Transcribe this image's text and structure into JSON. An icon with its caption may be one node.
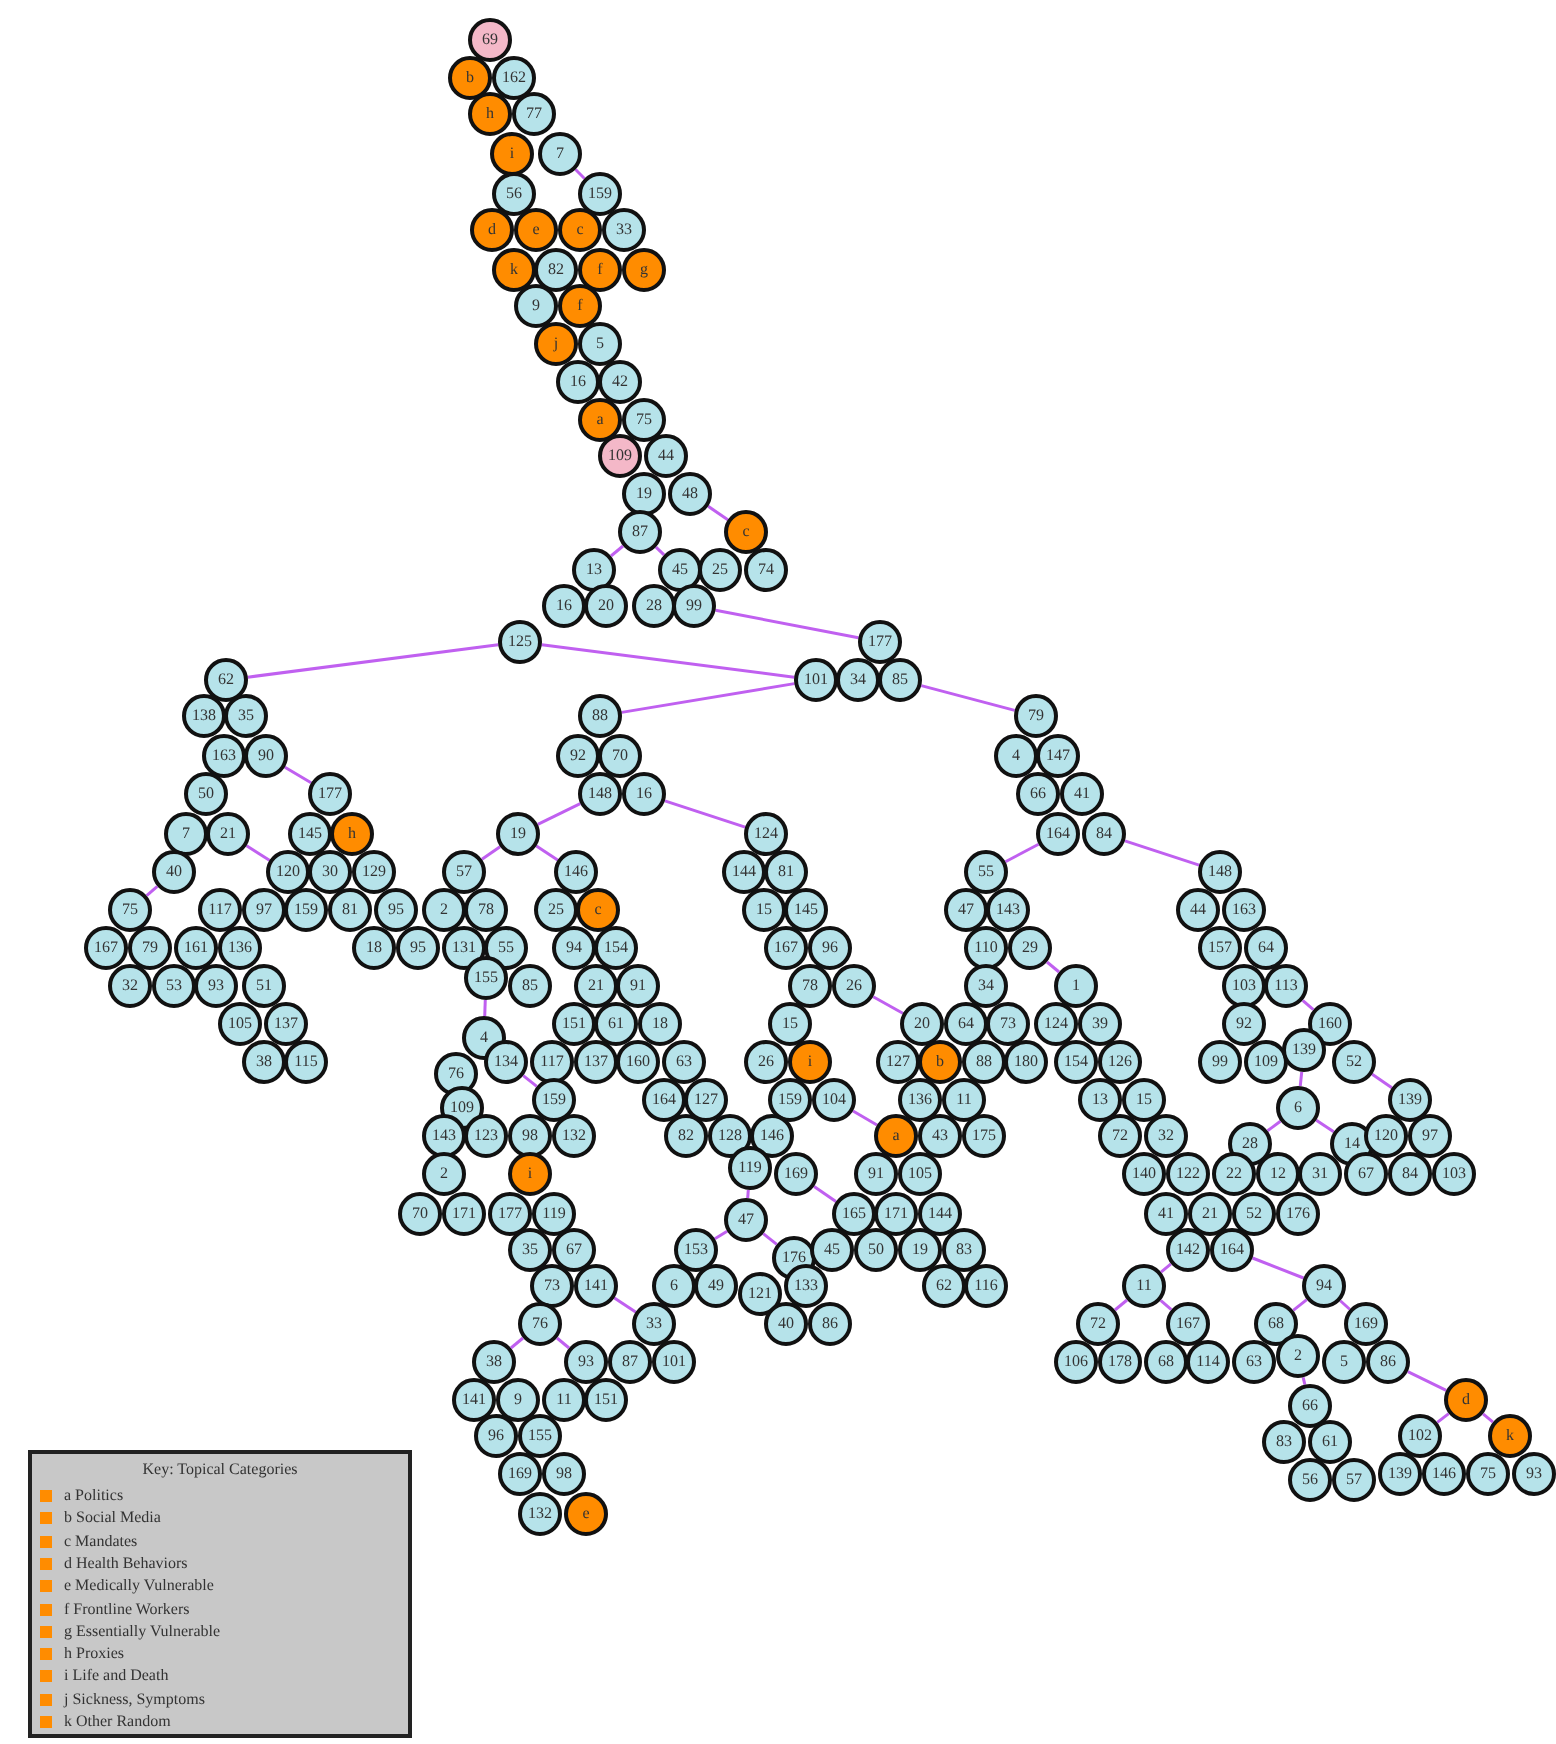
{
  "diagram": {
    "nodes": [
      {
        "text": [
          "69"
        ]
      },
      {
        "text": [
          "b"
        ]
      },
      {
        "text": [
          "162"
        ]
      },
      {
        "text": [
          "h"
        ]
      },
      {
        "text": [
          "77"
        ]
      },
      {
        "text": [
          "i"
        ]
      },
      {
        "text": [
          "7"
        ]
      },
      {
        "text": [
          "56"
        ]
      },
      {
        "text": [
          "159"
        ]
      },
      {
        "text": [
          "d"
        ]
      },
      {
        "text": [
          "e"
        ]
      },
      {
        "text": [
          "c"
        ]
      },
      {
        "text": [
          "33"
        ]
      },
      {
        "text": [
          "k"
        ]
      },
      {
        "text": [
          "82"
        ]
      },
      {
        "text": [
          "f"
        ]
      },
      {
        "text": [
          "g"
        ]
      },
      {
        "text": [
          "9"
        ]
      },
      {
        "text": [
          "f"
        ]
      },
      {
        "text": [
          "j"
        ]
      },
      {
        "text": [
          "5"
        ]
      },
      {
        "text": [
          "16"
        ]
      },
      {
        "text": [
          "42"
        ]
      },
      {
        "text": [
          "a"
        ]
      },
      {
        "text": [
          "75"
        ]
      },
      {
        "text": [
          "109"
        ]
      },
      {
        "text": [
          "44"
        ]
      },
      {
        "text": [
          "19"
        ]
      },
      {
        "text": [
          "48"
        ]
      },
      {
        "text": [
          "87"
        ]
      },
      {
        "text": [
          "c"
        ]
      },
      {
        "text": [
          "13"
        ]
      },
      {
        "text": [
          "45"
        ]
      },
      {
        "text": [
          "25"
        ]
      },
      {
        "text": [
          "74"
        ]
      },
      {
        "text": [
          "16"
        ]
      },
      {
        "text": [
          "20"
        ]
      },
      {
        "text": [
          "28"
        ]
      },
      {
        "text": [
          "99"
        ]
      },
      {
        "text": [
          "125"
        ]
      },
      {
        "text": [
          "177"
        ]
      },
      {
        "text": [
          "62"
        ]
      },
      {
        "text": [
          "101"
        ]
      },
      {
        "text": [
          "34"
        ]
      },
      {
        "text": [
          "85"
        ]
      },
      {
        "text": [
          "138"
        ]
      },
      {
        "text": [
          "35"
        ]
      },
      {
        "text": [
          "88"
        ]
      },
      {
        "text": [
          "79"
        ]
      },
      {
        "text": [
          "163"
        ]
      },
      {
        "text": [
          "90"
        ]
      },
      {
        "text": [
          "92"
        ]
      },
      {
        "text": [
          "70"
        ]
      },
      {
        "text": [
          "4"
        ]
      },
      {
        "text": [
          "147"
        ]
      },
      {
        "text": [
          "50"
        ]
      },
      {
        "text": [
          "177"
        ]
      },
      {
        "text": [
          "148"
        ]
      },
      {
        "text": [
          "16"
        ]
      },
      {
        "text": [
          "66"
        ]
      },
      {
        "text": [
          "41"
        ]
      },
      {
        "text": [
          "7"
        ]
      },
      {
        "text": [
          "21"
        ]
      },
      {
        "text": [
          "145"
        ]
      },
      {
        "text": [
          "h"
        ]
      },
      {
        "text": [
          "19"
        ]
      },
      {
        "text": [
          "124"
        ]
      },
      {
        "text": [
          "164"
        ]
      },
      {
        "text": [
          "84"
        ]
      },
      {
        "text": [
          "40"
        ]
      },
      {
        "text": [
          "120"
        ]
      },
      {
        "text": [
          "30"
        ]
      },
      {
        "text": [
          "129"
        ]
      },
      {
        "text": [
          "57"
        ]
      },
      {
        "text": [
          "146"
        ]
      },
      {
        "text": [
          "144"
        ]
      },
      {
        "text": [
          "81"
        ]
      },
      {
        "text": [
          "55"
        ]
      },
      {
        "text": [
          "148"
        ]
      },
      {
        "text": [
          "75"
        ]
      },
      {
        "text": [
          "117"
        ]
      },
      {
        "text": [
          "97"
        ]
      },
      {
        "text": [
          "159"
        ]
      },
      {
        "text": [
          "81"
        ]
      },
      {
        "text": [
          "95"
        ]
      },
      {
        "text": [
          "2"
        ]
      },
      {
        "text": [
          "78"
        ]
      },
      {
        "text": [
          "25"
        ]
      },
      {
        "text": [
          "c"
        ]
      },
      {
        "text": [
          "15"
        ]
      },
      {
        "text": [
          "145"
        ]
      },
      {
        "text": [
          "47"
        ]
      },
      {
        "text": [
          "143"
        ]
      },
      {
        "text": [
          "44"
        ]
      },
      {
        "text": [
          "163"
        ]
      },
      {
        "text": [
          "167"
        ]
      },
      {
        "text": [
          "79"
        ]
      },
      {
        "text": [
          "161"
        ]
      },
      {
        "text": [
          "136"
        ]
      },
      {
        "text": [
          "18"
        ]
      },
      {
        "text": [
          "95"
        ]
      },
      {
        "text": [
          "131"
        ]
      },
      {
        "text": [
          "55"
        ]
      },
      {
        "text": [
          "94"
        ]
      },
      {
        "text": [
          "154"
        ]
      },
      {
        "text": [
          "167"
        ]
      },
      {
        "text": [
          "96"
        ]
      },
      {
        "text": [
          "110"
        ]
      },
      {
        "text": [
          "29"
        ]
      },
      {
        "text": [
          "157"
        ]
      },
      {
        "text": [
          "64"
        ]
      },
      {
        "text": [
          "32"
        ]
      },
      {
        "text": [
          "53"
        ]
      },
      {
        "text": [
          "93"
        ]
      },
      {
        "text": [
          "51"
        ]
      },
      {
        "text": [
          "155"
        ]
      },
      {
        "text": [
          "85"
        ]
      },
      {
        "text": [
          "21"
        ]
      },
      {
        "text": [
          "91"
        ]
      },
      {
        "text": [
          "78"
        ]
      },
      {
        "text": [
          "26"
        ]
      },
      {
        "text": [
          "34"
        ]
      },
      {
        "text": [
          "1"
        ]
      },
      {
        "text": [
          "103"
        ]
      },
      {
        "text": [
          "113"
        ]
      },
      {
        "text": [
          "105"
        ]
      },
      {
        "text": [
          "137"
        ]
      },
      {
        "text": [
          "4"
        ]
      },
      {
        "text": [
          "151"
        ]
      },
      {
        "text": [
          "61"
        ]
      },
      {
        "text": [
          "18"
        ]
      },
      {
        "text": [
          "15"
        ]
      },
      {
        "text": [
          "20"
        ]
      },
      {
        "text": [
          "64"
        ]
      },
      {
        "text": [
          "73"
        ]
      },
      {
        "text": [
          "124"
        ]
      },
      {
        "text": [
          "39"
        ]
      },
      {
        "text": [
          "92"
        ]
      },
      {
        "text": [
          "160"
        ]
      },
      {
        "text": [
          "38"
        ]
      },
      {
        "text": [
          "115"
        ]
      },
      {
        "text": [
          "76"
        ]
      },
      {
        "text": [
          "134"
        ]
      },
      {
        "text": [
          "117"
        ]
      },
      {
        "text": [
          "137"
        ]
      },
      {
        "text": [
          "160"
        ]
      },
      {
        "text": [
          "63"
        ]
      },
      {
        "text": [
          "26"
        ]
      },
      {
        "text": [
          "i"
        ]
      },
      {
        "text": [
          "127"
        ]
      },
      {
        "text": [
          "b"
        ]
      },
      {
        "text": [
          "88"
        ]
      },
      {
        "text": [
          "180"
        ]
      },
      {
        "text": [
          "154"
        ]
      },
      {
        "text": [
          "126"
        ]
      },
      {
        "text": [
          "99"
        ]
      },
      {
        "text": [
          "109"
        ]
      },
      {
        "text": [
          "139"
        ]
      },
      {
        "text": [
          "52"
        ]
      },
      {
        "text": [
          "109"
        ]
      },
      {
        "text": [
          "159"
        ]
      },
      {
        "text": [
          "164"
        ]
      },
      {
        "text": [
          "127"
        ]
      },
      {
        "text": [
          "159"
        ]
      },
      {
        "text": [
          "104"
        ]
      },
      {
        "text": [
          "136"
        ]
      },
      {
        "text": [
          "11"
        ]
      },
      {
        "text": [
          "13"
        ]
      },
      {
        "text": [
          "15"
        ]
      },
      {
        "text": [
          "6"
        ]
      },
      {
        "text": [
          "139"
        ]
      },
      {
        "text": [
          "143"
        ]
      },
      {
        "text": [
          "123"
        ]
      },
      {
        "text": [
          "98"
        ]
      },
      {
        "text": [
          "132"
        ]
      },
      {
        "text": [
          "82"
        ]
      },
      {
        "text": [
          "128"
        ]
      },
      {
        "text": [
          "146"
        ]
      },
      {
        "text": [
          "a"
        ]
      },
      {
        "text": [
          "43"
        ]
      },
      {
        "text": [
          "175"
        ]
      },
      {
        "text": [
          "72"
        ]
      },
      {
        "text": [
          "32"
        ]
      },
      {
        "text": [
          "28"
        ]
      },
      {
        "text": [
          "14"
        ]
      },
      {
        "text": [
          "120"
        ]
      },
      {
        "text": [
          "97"
        ]
      },
      {
        "text": [
          "2"
        ]
      },
      {
        "text": [
          "i"
        ]
      },
      {
        "text": [
          "119"
        ]
      },
      {
        "text": [
          "169"
        ]
      },
      {
        "text": [
          "91"
        ]
      },
      {
        "text": [
          "105"
        ]
      },
      {
        "text": [
          "140"
        ]
      },
      {
        "text": [
          "122"
        ]
      },
      {
        "text": [
          "22"
        ]
      },
      {
        "text": [
          "12"
        ]
      },
      {
        "text": [
          "31"
        ]
      },
      {
        "text": [
          "67"
        ]
      },
      {
        "text": [
          "84"
        ]
      },
      {
        "text": [
          "103"
        ]
      },
      {
        "text": [
          "70"
        ]
      },
      {
        "text": [
          "171"
        ]
      },
      {
        "text": [
          "177"
        ]
      },
      {
        "text": [
          "119"
        ]
      },
      {
        "text": [
          "47"
        ]
      },
      {
        "text": [
          "165"
        ]
      },
      {
        "text": [
          "171"
        ]
      },
      {
        "text": [
          "144"
        ]
      },
      {
        "text": [
          "41"
        ]
      },
      {
        "text": [
          "21"
        ]
      },
      {
        "text": [
          "52"
        ]
      },
      {
        "text": [
          "176"
        ]
      },
      {
        "text": [
          "35"
        ]
      },
      {
        "text": [
          "67"
        ]
      },
      {
        "text": [
          "153"
        ]
      },
      {
        "text": [
          "176"
        ]
      },
      {
        "text": [
          "45"
        ]
      },
      {
        "text": [
          "50"
        ]
      },
      {
        "text": [
          "19"
        ]
      },
      {
        "text": [
          "83"
        ]
      },
      {
        "text": [
          "142"
        ]
      },
      {
        "text": [
          "164"
        ]
      },
      {
        "text": [
          "73"
        ]
      },
      {
        "text": [
          "141"
        ]
      },
      {
        "text": [
          "6"
        ]
      },
      {
        "text": [
          "49"
        ]
      },
      {
        "text": [
          "121"
        ]
      },
      {
        "text": [
          "133"
        ]
      },
      {
        "text": [
          "62"
        ]
      },
      {
        "text": [
          "116"
        ]
      },
      {
        "text": [
          "11"
        ]
      },
      {
        "text": [
          "94"
        ]
      },
      {
        "text": [
          "76"
        ]
      },
      {
        "text": [
          "33"
        ]
      },
      {
        "text": [
          "40"
        ]
      },
      {
        "text": [
          "86"
        ]
      },
      {
        "text": [
          "72"
        ]
      },
      {
        "text": [
          "167"
        ]
      },
      {
        "text": [
          "68"
        ]
      },
      {
        "text": [
          "169"
        ]
      },
      {
        "text": [
          "38"
        ]
      },
      {
        "text": [
          "93"
        ]
      },
      {
        "text": [
          "87"
        ]
      },
      {
        "text": [
          "101"
        ]
      },
      {
        "text": [
          "106"
        ]
      },
      {
        "text": [
          "178"
        ]
      },
      {
        "text": [
          "68"
        ]
      },
      {
        "text": [
          "114"
        ]
      },
      {
        "text": [
          "63"
        ]
      },
      {
        "text": [
          "2"
        ]
      },
      {
        "text": [
          "5"
        ]
      },
      {
        "text": [
          "86"
        ]
      },
      {
        "text": [
          "141"
        ]
      },
      {
        "text": [
          "9"
        ]
      },
      {
        "text": [
          "11"
        ]
      },
      {
        "text": [
          "151"
        ]
      },
      {
        "text": [
          "66"
        ]
      },
      {
        "text": [
          "d"
        ]
      },
      {
        "text": [
          "96"
        ]
      },
      {
        "text": [
          "155"
        ]
      },
      {
        "text": [
          "83"
        ]
      },
      {
        "text": [
          "61"
        ]
      },
      {
        "text": [
          "102"
        ]
      },
      {
        "text": [
          "k"
        ]
      },
      {
        "text": [
          "169"
        ]
      },
      {
        "text": [
          "98"
        ]
      },
      {
        "text": [
          "56"
        ]
      },
      {
        "text": [
          "57"
        ]
      },
      {
        "text": [
          "139"
        ]
      },
      {
        "text": [
          "146"
        ]
      },
      {
        "text": [
          "75"
        ]
      },
      {
        "text": [
          "93"
        ]
      },
      {
        "text": [
          "132"
        ]
      },
      {
        "text": [
          "e"
        ]
      }
    ],
    "edges": [
      {
        "from": 6,
        "to": 8,
        "arrow": "none"
      },
      {
        "from": 28,
        "to": 30,
        "arrow": "none"
      },
      {
        "from": 29,
        "to": 31,
        "arrow": "none"
      },
      {
        "from": 29,
        "to": 32,
        "arrow": "none"
      },
      {
        "from": 38,
        "to": 40,
        "arrow": "none"
      },
      {
        "from": 39,
        "to": 41,
        "arrow": "none"
      },
      {
        "from": 39,
        "to": 42,
        "arrow": "none"
      },
      {
        "from": 42,
        "to": 47,
        "arrow": "none"
      },
      {
        "from": 44,
        "to": 48,
        "arrow": "none"
      },
      {
        "from": 50,
        "to": 56,
        "arrow": "none"
      },
      {
        "from": 62,
        "to": 70,
        "arrow": "none"
      },
      {
        "from": 69,
        "to": 79,
        "arrow": "none"
      },
      {
        "from": 58,
        "to": 66,
        "arrow": "none"
      },
      {
        "from": 57,
        "to": 65,
        "arrow": "none"
      },
      {
        "from": 65,
        "to": 73,
        "arrow": "none"
      },
      {
        "from": 65,
        "to": 74,
        "arrow": "none"
      },
      {
        "from": 67,
        "to": 77,
        "arrow": "none"
      },
      {
        "from": 68,
        "to": 78,
        "arrow": "none"
      },
      {
        "from": 120,
        "to": 132,
        "arrow": "none"
      },
      {
        "from": 108,
        "to": 122,
        "arrow": "none"
      },
      {
        "from": 124,
        "to": 138,
        "arrow": "none"
      },
      {
        "from": 158,
        "to": 170,
        "arrow": "none"
      },
      {
        "from": 169,
        "to": 183,
        "arrow": "none"
      },
      {
        "from": 169,
        "to": 184,
        "arrow": "none"
      },
      {
        "from": 222,
        "to": 232,
        "arrow": "none"
      },
      {
        "from": 221,
        "to": 231,
        "arrow": "none"
      },
      {
        "from": 232,
        "to": 239,
        "arrow": "none"
      },
      {
        "from": 232,
        "to": 240,
        "arrow": "none"
      },
      {
        "from": 231,
        "to": 237,
        "arrow": "none"
      },
      {
        "from": 231,
        "to": 238,
        "arrow": "none"
      },
      {
        "from": 252,
        "to": 258,
        "arrow": "none"
      },
      {
        "from": 250,
        "to": 257,
        "arrow": "none"
      },
      {
        "from": 258,
        "to": 263,
        "arrow": "none"
      },
      {
        "from": 258,
        "to": 264,
        "arrow": "none"
      },
      {
        "from": 164,
        "to": 178,
        "arrow": "none"
      },
      {
        "from": 190,
        "to": 206,
        "arrow": "none"
      },
      {
        "from": 189,
        "to": 205,
        "arrow": "none"
      },
      {
        "from": 205,
        "to": 215,
        "arrow": "none"
      },
      {
        "from": 205,
        "to": 216,
        "arrow": "none"
      },
      {
        "from": 224,
        "to": 234,
        "arrow": "none"
      },
      {
        "from": 233,
        "to": 241,
        "arrow": "none"
      },
      {
        "from": 233,
        "to": 242,
        "arrow": "none"
      },
      {
        "from": 115,
        "to": 127,
        "arrow": "none"
      },
      {
        "from": 142,
        "to": 160,
        "arrow": "none"
      },
      {
        "from": 157,
        "to": 169,
        "arrow": "none"
      }
    ],
    "labels": [
      "Key: Topical Categories"
    ],
    "legend": [
      {
        "text": "a Politics",
        "color": "#ff8c00"
      },
      {
        "text": "b Social Media",
        "color": "#ff8c00"
      },
      {
        "text": "c Mandates",
        "color": "#ff8c00"
      },
      {
        "text": "d Health Behaviors",
        "color": "#ff8c00"
      },
      {
        "text": "e Medically Vulnerable",
        "color": "#ff8c00"
      },
      {
        "text": "f Frontline Workers",
        "color": "#ff8c00"
      },
      {
        "text": "g Essentially Vulnerable",
        "color": "#ff8c00"
      },
      {
        "text": "h Proxies",
        "color": "#ff8c00"
      },
      {
        "text": "i Life and Death",
        "color": "#ff8c00"
      },
      {
        "text": "j Sickness, Symptoms",
        "color": "#ff8c00"
      },
      {
        "text": "k Other Random",
        "color": "#ff8c00"
      }
    ]
  }
}
